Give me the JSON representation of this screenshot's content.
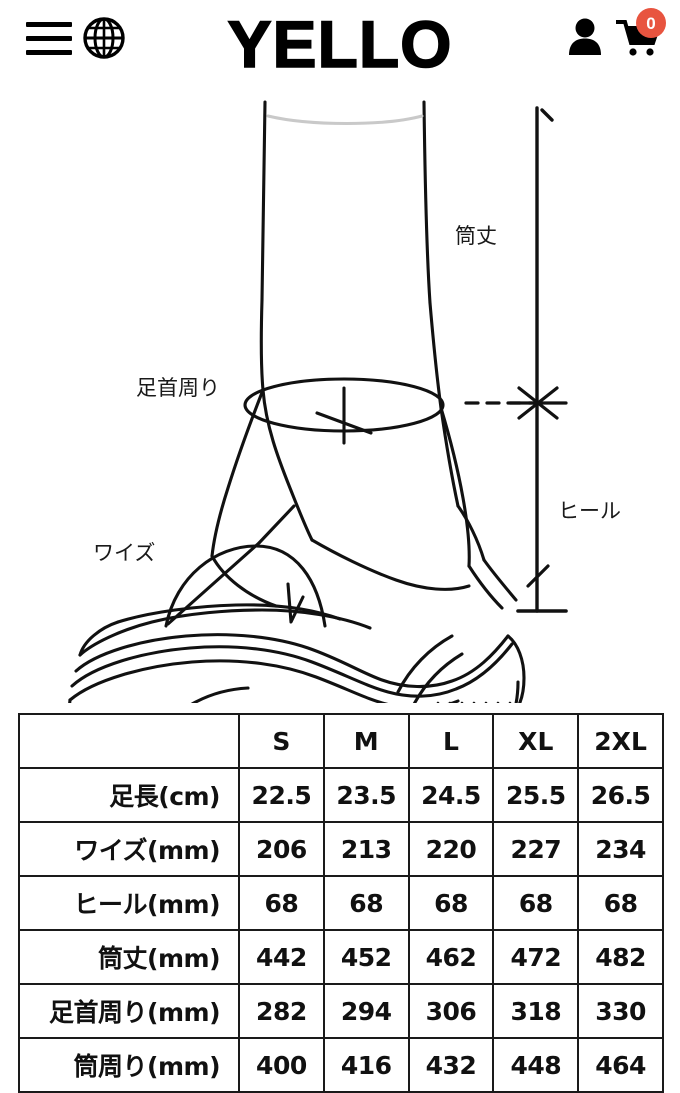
{
  "header": {
    "logo": "YELLO",
    "menu_icon": "hamburger-icon",
    "globe_icon": "globe-icon",
    "account_icon": "user-icon",
    "cart_icon": "cart-icon",
    "cart_count": "0",
    "cart_badge_color": "#e8543f"
  },
  "diagram": {
    "alt": "boot measurement diagram",
    "labels": {
      "shaft_height": "筒丈",
      "ankle_circumference": "足首周り",
      "width": "ワイズ",
      "heel": "ヒール"
    }
  },
  "size_table": {
    "corner_label": "",
    "sizes": [
      "S",
      "M",
      "L",
      "XL",
      "2XL"
    ],
    "rows": [
      {
        "label": "足長(cm)",
        "values": [
          "22.5",
          "23.5",
          "24.5",
          "25.5",
          "26.5"
        ]
      },
      {
        "label": "ワイズ(mm)",
        "values": [
          "206",
          "213",
          "220",
          "227",
          "234"
        ]
      },
      {
        "label": "ヒール(mm)",
        "values": [
          "68",
          "68",
          "68",
          "68",
          "68"
        ]
      },
      {
        "label": "筒丈(mm)",
        "values": [
          "442",
          "452",
          "462",
          "472",
          "482"
        ]
      },
      {
        "label": "足首周り(mm)",
        "values": [
          "282",
          "294",
          "306",
          "318",
          "330"
        ]
      },
      {
        "label": "筒周り(mm)",
        "values": [
          "400",
          "416",
          "432",
          "448",
          "464"
        ]
      }
    ]
  }
}
